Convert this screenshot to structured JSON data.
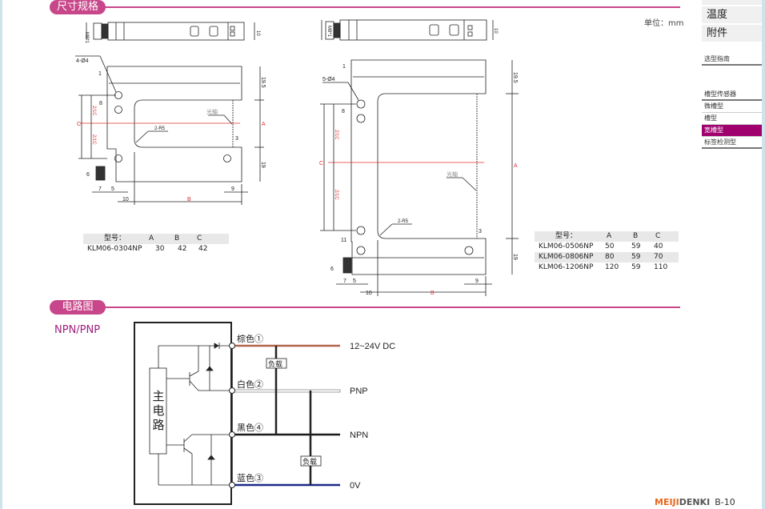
{
  "sections": {
    "dimensions": "尺寸规格",
    "circuit": "电路图"
  },
  "unit": "单位：mm",
  "circuit_type": "NPN/PNP",
  "drawing_labels": {
    "left": {
      "holes": "4-Ø4",
      "d1": "1",
      "d8": "8",
      "d6": "6",
      "d7": "7",
      "d5": "5",
      "d9": "9",
      "d10": "10",
      "B": "B",
      "A": "A",
      "C": "C",
      "half_c": "2/1C",
      "d195": "19.5",
      "d19": "19",
      "d3": "3",
      "r5": "2-R5",
      "axis": "光轴",
      "m8": "M8*1",
      "ten": "10"
    },
    "right": {
      "holes": "5-Ø4",
      "d1": "1",
      "d8": "8",
      "d11": "11",
      "d6": "6",
      "d7": "7",
      "d5": "5",
      "d9": "9",
      "d10": "10",
      "B": "B",
      "A": "A",
      "C": "C",
      "half_c": "2/1C",
      "d195": "19.5",
      "d19": "19",
      "d3": "3",
      "r5": "2-R5",
      "axis": "光轴",
      "m8": "M8*1",
      "ten": "10"
    }
  },
  "table_left": {
    "headers": [
      "型号：",
      "A",
      "B",
      "C"
    ],
    "rows": [
      [
        "KLM06-0304NP",
        "30",
        "42",
        "42"
      ]
    ]
  },
  "table_right": {
    "headers": [
      "型号：",
      "A",
      "B",
      "C"
    ],
    "rows": [
      [
        "KLM06-0506NP",
        "50",
        "59",
        "40"
      ],
      [
        "KLM06-0806NP",
        "80",
        "59",
        "70"
      ],
      [
        "KLM06-1206NP",
        "120",
        "59",
        "110"
      ]
    ]
  },
  "circuit": {
    "main": "主电路",
    "wires": [
      {
        "label": "棕色①",
        "signal": "12~24V DC",
        "color": "#b0654a"
      },
      {
        "label": "白色②",
        "signal": "PNP",
        "color": "#ffffff"
      },
      {
        "label": "黑色④",
        "signal": "NPN",
        "color": "#1a1a1a"
      },
      {
        "label": "蓝色③",
        "signal": "0V",
        "color": "#1c2a8a"
      }
    ],
    "load": "负载"
  },
  "sidebar": {
    "boxes": [
      "温度",
      "附件"
    ],
    "guide": "选型指南",
    "category": "槽型传感器",
    "items": [
      "微槽型",
      "槽型",
      "宽槽型",
      "标签检测型"
    ],
    "active": "宽槽型"
  },
  "footer": {
    "brand_a": "MEIJI",
    "brand_b": "DENKI",
    "page": "B-10"
  },
  "colors": {
    "accent": "#c8468a",
    "active": "#a0006e",
    "red": "#e03030"
  }
}
